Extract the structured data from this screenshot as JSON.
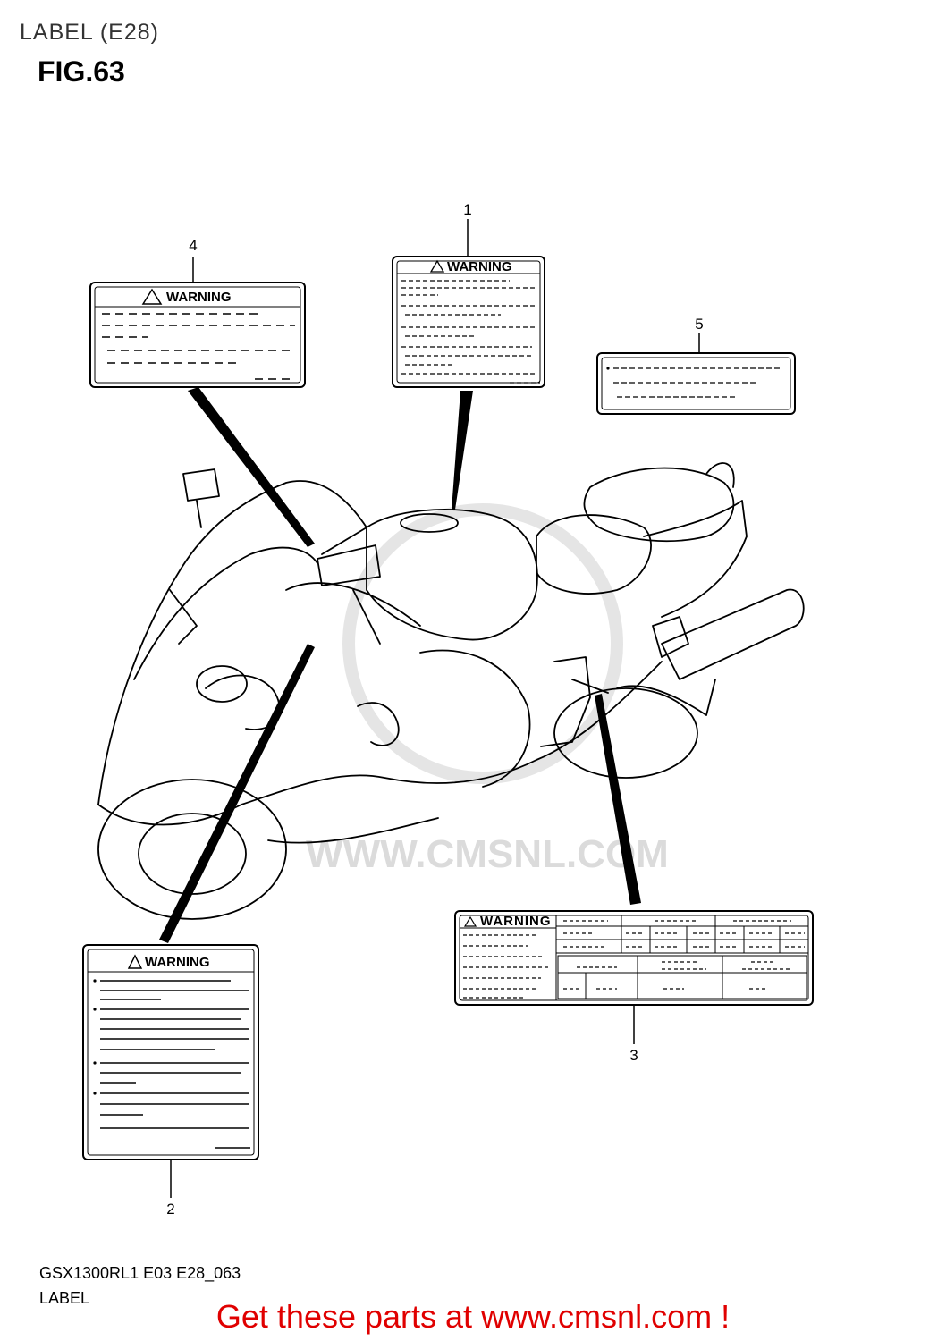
{
  "header": {
    "subtitle": "LABEL (E28)",
    "figure": "FIG.63"
  },
  "watermark": "WWW.CMSNL.COM",
  "labels": [
    {
      "ref": "1",
      "title": "WARNING"
    },
    {
      "ref": "2",
      "title": "WARNING"
    },
    {
      "ref": "3",
      "title": "WARNING"
    },
    {
      "ref": "4",
      "title": "WARNING"
    },
    {
      "ref": "5",
      "title": ""
    }
  ],
  "footer": {
    "model_code": "GSX1300RL1 E03 E28_063",
    "section": "LABEL",
    "promo": "Get these parts at www.cmsnl.com !"
  }
}
